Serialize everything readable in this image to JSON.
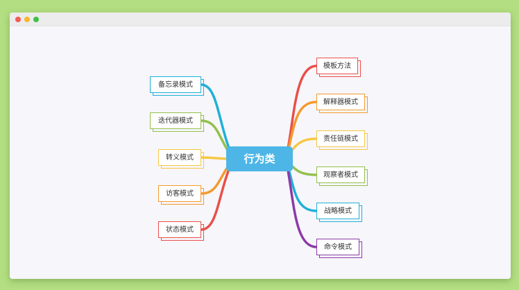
{
  "window": {
    "controls": [
      "close",
      "minimize",
      "maximize"
    ],
    "control_colors": [
      "#f25c54",
      "#f5b82e",
      "#3cc246"
    ]
  },
  "mindmap": {
    "center": "行为类",
    "center_color": "#4db6e6",
    "left": [
      {
        "label": "备忘录模式",
        "color": "#1fb0d6"
      },
      {
        "label": "迭代器模式",
        "color": "#92c04c"
      },
      {
        "label": "转义模式",
        "color": "#f7c744"
      },
      {
        "label": "访客模式",
        "color": "#f49a2c"
      },
      {
        "label": "状态模式",
        "color": "#e8504a"
      }
    ],
    "right": [
      {
        "label": "模板方法",
        "color": "#e8504a"
      },
      {
        "label": "解释器模式",
        "color": "#f49a2c"
      },
      {
        "label": "责任链模式",
        "color": "#f7c744"
      },
      {
        "label": "观察者模式",
        "color": "#92c04c"
      },
      {
        "label": "战略模式",
        "color": "#1fb0d6"
      },
      {
        "label": "命令模式",
        "color": "#8b3aa6"
      }
    ]
  }
}
